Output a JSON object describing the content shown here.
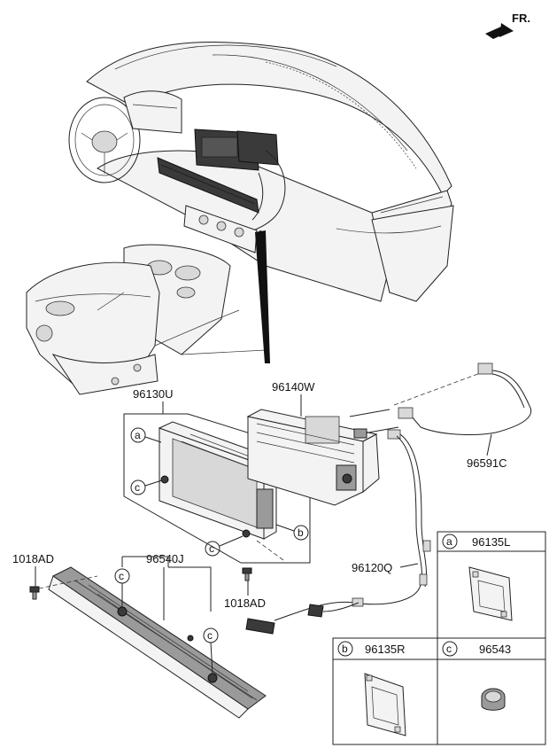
{
  "direction": {
    "label": "FR."
  },
  "callouts": {
    "a": "a",
    "b": "b",
    "c": "c"
  },
  "parts": {
    "display": "96130U",
    "head_unit": "96140W",
    "antenna_cable": "96591C",
    "main_harness": "96120Q",
    "control_panel": "96540J",
    "screw_left": "1018AD",
    "screw_right": "1018AD"
  },
  "legend": {
    "a": {
      "letter": "a",
      "part": "96135L"
    },
    "b": {
      "letter": "b",
      "part": "96135R"
    },
    "c": {
      "letter": "c",
      "part": "96543"
    }
  }
}
